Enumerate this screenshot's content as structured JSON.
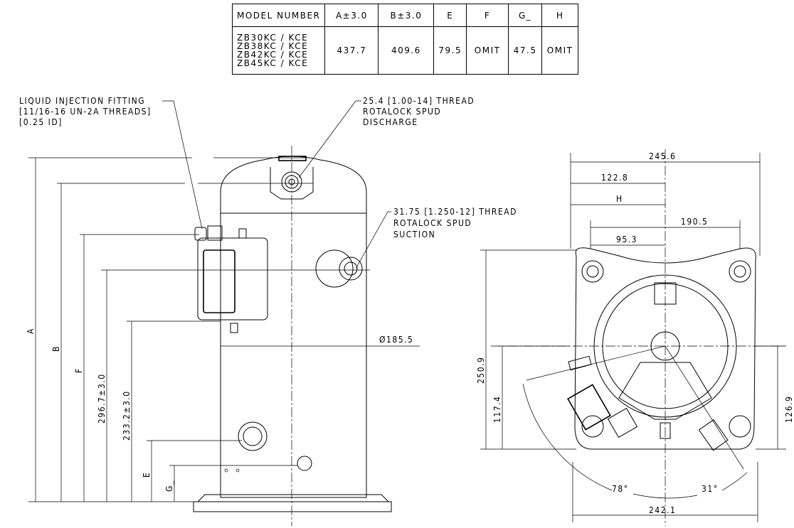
{
  "table": {
    "headers": [
      "MODEL NUMBER",
      "A±3.0",
      "B±3.0",
      "E",
      "F",
      "G_",
      "H"
    ],
    "models": [
      "ZB30KC / KCE",
      "ZB38KC / KCE",
      "ZB42KC / KCE",
      "ZB45KC / KCE"
    ],
    "values": [
      "437.7",
      "409.6",
      "79.5",
      "OMIT",
      "47.5",
      "OMIT"
    ]
  },
  "callouts": {
    "liquid_injection": [
      "LIQUID INJECTION FITTING",
      "[11/16-16 UN-2A THREADS]",
      "[0.25 ID]"
    ],
    "discharge": [
      "25.4 [1.00-14] THREAD",
      "ROTALOCK SPUD",
      "DISCHARGE"
    ],
    "suction": [
      "31.75 [1.250-12] THREAD",
      "ROTALOCK SPUD",
      "SUCTION"
    ]
  },
  "side_view": {
    "dim_A": "A",
    "dim_B": "B",
    "dim_F": "F",
    "dim_296": "296.7±3.0",
    "dim_233": "233.2±3.0",
    "dim_E": "E",
    "dim_G": "G_",
    "diameter": "Ø185.5"
  },
  "top_view": {
    "w245": "245.6",
    "w122": "122.8",
    "wH": "H",
    "w190": "190.5",
    "w95": "95.3",
    "h250": "250.9",
    "h117": "117.4",
    "h126": "126.9",
    "w242": "242.1",
    "ang78": "78°",
    "ang31": "31°"
  }
}
